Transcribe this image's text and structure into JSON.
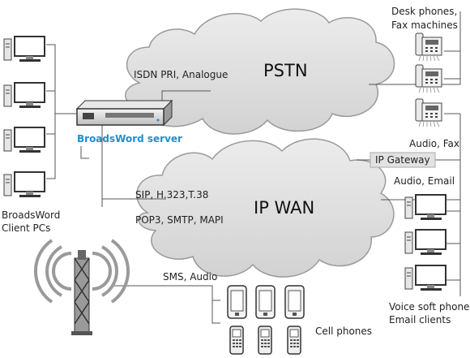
{
  "nodes": {
    "pstn": "PSTN",
    "ip_wan": "IP WAN",
    "server": "BroadsWord server",
    "ip_gateway": "IP Gateway",
    "client_pcs": [
      "BroadsWord",
      "Client PCs"
    ],
    "desk_phones": [
      "Desk phones,",
      "Fax machines"
    ],
    "soft_phones": [
      "Voice soft phones,",
      "Email clients"
    ],
    "cell_phones": "Cell phones"
  },
  "links": {
    "isdn": "ISDN PRI, Analogue",
    "sip": "SIP, H.323,T.38",
    "pop3": "POP3, SMTP, MAPI",
    "sms": "SMS, Audio",
    "audio_fax": "Audio, Fax",
    "audio_email": "Audio, Email"
  },
  "colors": {
    "accent": "#1f8fd0",
    "cloud_fill": "#dcdcdc",
    "line": "#555555"
  }
}
